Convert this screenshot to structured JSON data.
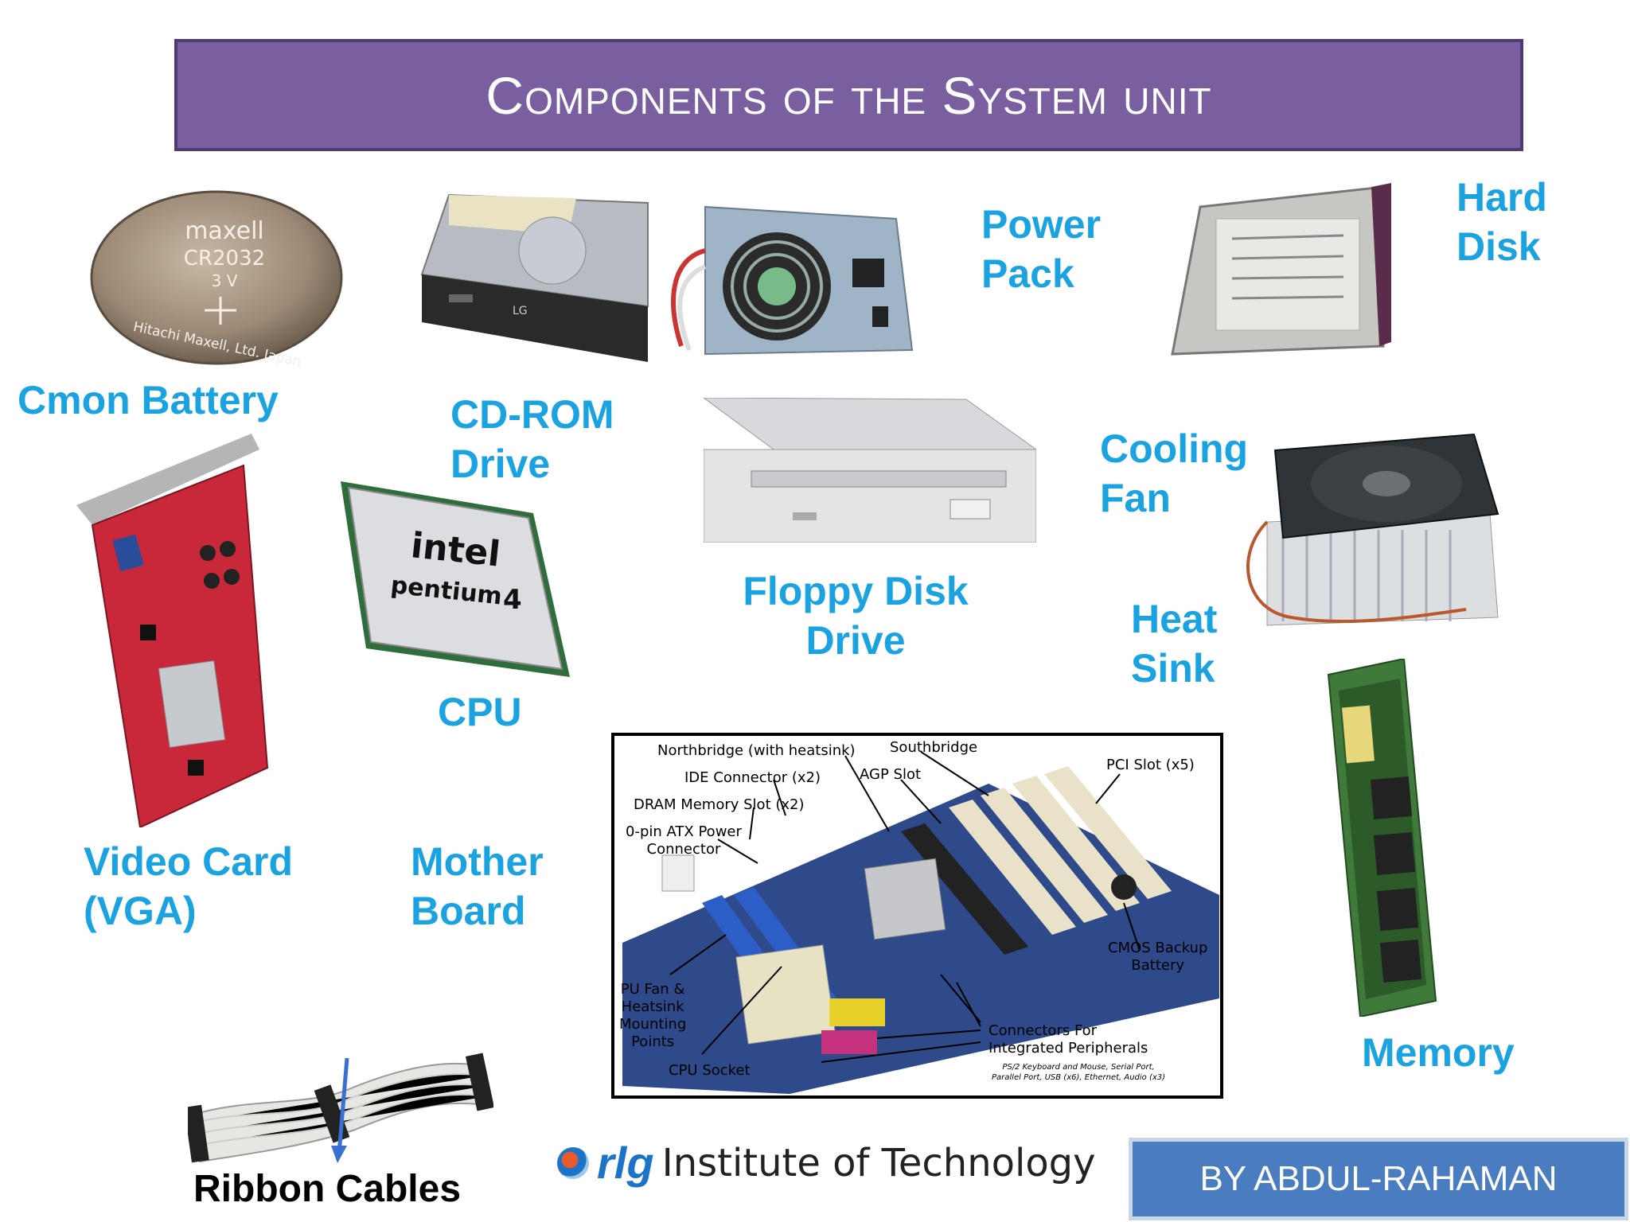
{
  "title": "Components of the System unit",
  "labels": {
    "cmos_battery": "Cmon Battery",
    "cdrom_line1": "CD-ROM",
    "cdrom_line2": "Drive",
    "power_line1": "Power",
    "power_line2": "Pack",
    "harddisk_line1": "Hard",
    "harddisk_line2": "Disk",
    "cooling_line1": "Cooling",
    "cooling_line2": "Fan",
    "heatsink_line1": "Heat",
    "heatsink_line2": "Sink",
    "floppy_line1": "Floppy Disk",
    "floppy_line2": "Drive",
    "cpu": "CPU",
    "video_line1": "Video Card",
    "video_line2": "(VGA)",
    "mother_line1": "Mother",
    "mother_line2": "Board",
    "memory": "Memory",
    "ribbon": "Ribbon Cables"
  },
  "battery_text": {
    "brand": "maxell",
    "model": "CR2032",
    "volt": "3 V",
    "maker": "Hitachi Maxell, Ltd. Japan"
  },
  "cpu_text": {
    "brand": "intel",
    "model": "pentium",
    "num": "4"
  },
  "motherboard_callouts": {
    "northbridge": "Northbridge (with heatsink)",
    "southbridge": "Southbridge",
    "ide": "IDE Connector (x2)",
    "agp": "AGP Slot",
    "pci": "PCI Slot (x5)",
    "dram": "DRAM Memory Slot (x2)",
    "atx_line1": "0-pin ATX Power",
    "atx_line2": "Connector",
    "cmos_line1": "CMOS Backup",
    "cmos_line2": "Battery",
    "cpufan_line1": "PU Fan &",
    "cpufan_line2": "Heatsink",
    "cpufan_line3": "Mounting",
    "cpufan_line4": "Points",
    "connectors_line1": "Connectors For",
    "connectors_line2": "Integrated Peripherals",
    "connectors_note1": "PS/2 Keyboard and Mouse, Serial Port,",
    "connectors_note2": "Parallel Port, USB (x6), Ethernet, Audio (x3)",
    "socket": "CPU Socket"
  },
  "footer": {
    "logo": "rlg",
    "institute": "Institute of Technology",
    "author": "BY ABDUL-RAHAMAN"
  },
  "colors": {
    "title_bg": "#7a5fa0",
    "label": "#1aa3e0",
    "author_bg": "#4a7cc0"
  }
}
